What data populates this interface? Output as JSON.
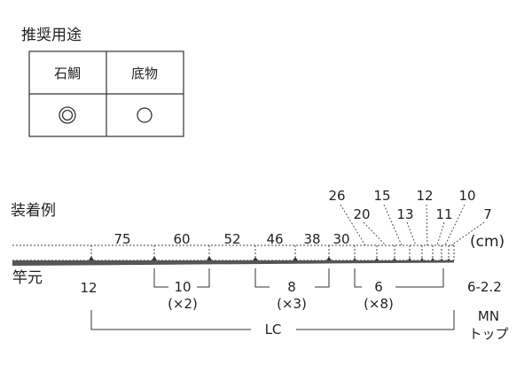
{
  "recommended": {
    "heading": "推奨用途",
    "columns": [
      "石鯛",
      "底物"
    ],
    "ratings": [
      "double-circle-icon",
      "circle-icon"
    ]
  },
  "guides": {
    "heading": "装着例",
    "butt_label": "竿元",
    "unit_label": "(cm)",
    "upper_labels": [
      "75",
      "60",
      "52",
      "46",
      "38",
      "30"
    ],
    "top_labels_row1": [
      "26",
      "15",
      "12",
      "10"
    ],
    "top_labels_row2": [
      "20",
      "13",
      "11",
      "7"
    ],
    "bottom_labels": {
      "first": "12",
      "groups": [
        {
          "size": "10",
          "count": "(×2)"
        },
        {
          "size": "8",
          "count": "(×3)"
        },
        {
          "size": "6",
          "count": "(×8)"
        }
      ],
      "tip_size": "6-2.2",
      "lc": "LC",
      "tip_type_line1": "MN",
      "tip_type_line2": "トップ"
    }
  },
  "colors": {
    "line": "#333333",
    "rod": "#555555",
    "text": "#222222"
  }
}
